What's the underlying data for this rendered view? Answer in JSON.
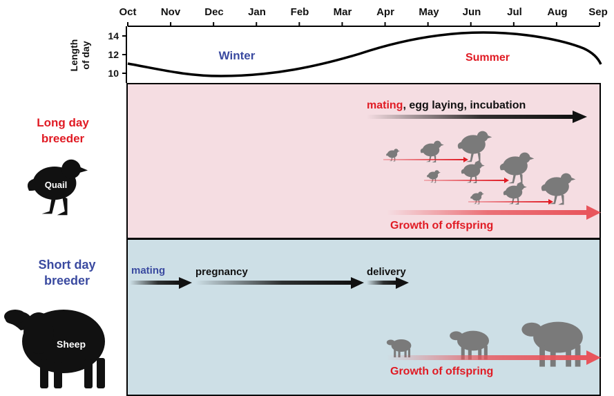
{
  "months": [
    "Oct",
    "Nov",
    "Dec",
    "Jan",
    "Feb",
    "Mar",
    "Apr",
    "May",
    "Jun",
    "Jul",
    "Aug",
    "Sep"
  ],
  "day_length": {
    "axis_label_line1": "Length",
    "axis_label_line2": "of day",
    "ticks": [
      "14",
      "12",
      "10"
    ],
    "winter_label": "Winter",
    "summer_label": "Summer"
  },
  "long_day": {
    "title_line1": "Long day",
    "title_line2": "breeder",
    "animal_label": "Quail",
    "mating_label": "mating",
    "rest_label": ", egg laying, incubation",
    "growth_label": "Growth of offspring"
  },
  "short_day": {
    "title_line1": "Short day",
    "title_line2": "breeder",
    "animal_label": "Sheep",
    "mating_label": "mating",
    "pregnancy_label": "pregnancy",
    "delivery_label": "delivery",
    "growth_label": "Growth of offspring"
  },
  "colors": {
    "winter_blue": "#3a4aa0",
    "summer_red": "#e01b24",
    "long_day_bg": "#f5dde2",
    "short_day_bg": "#cddfe6",
    "growth_red": "#e8555c",
    "silhouette_dark": "#111111",
    "silhouette_gray": "#7a7a7a"
  },
  "icons": [
    "quail-icon",
    "sheep-icon",
    "arrow-right-icon"
  ]
}
